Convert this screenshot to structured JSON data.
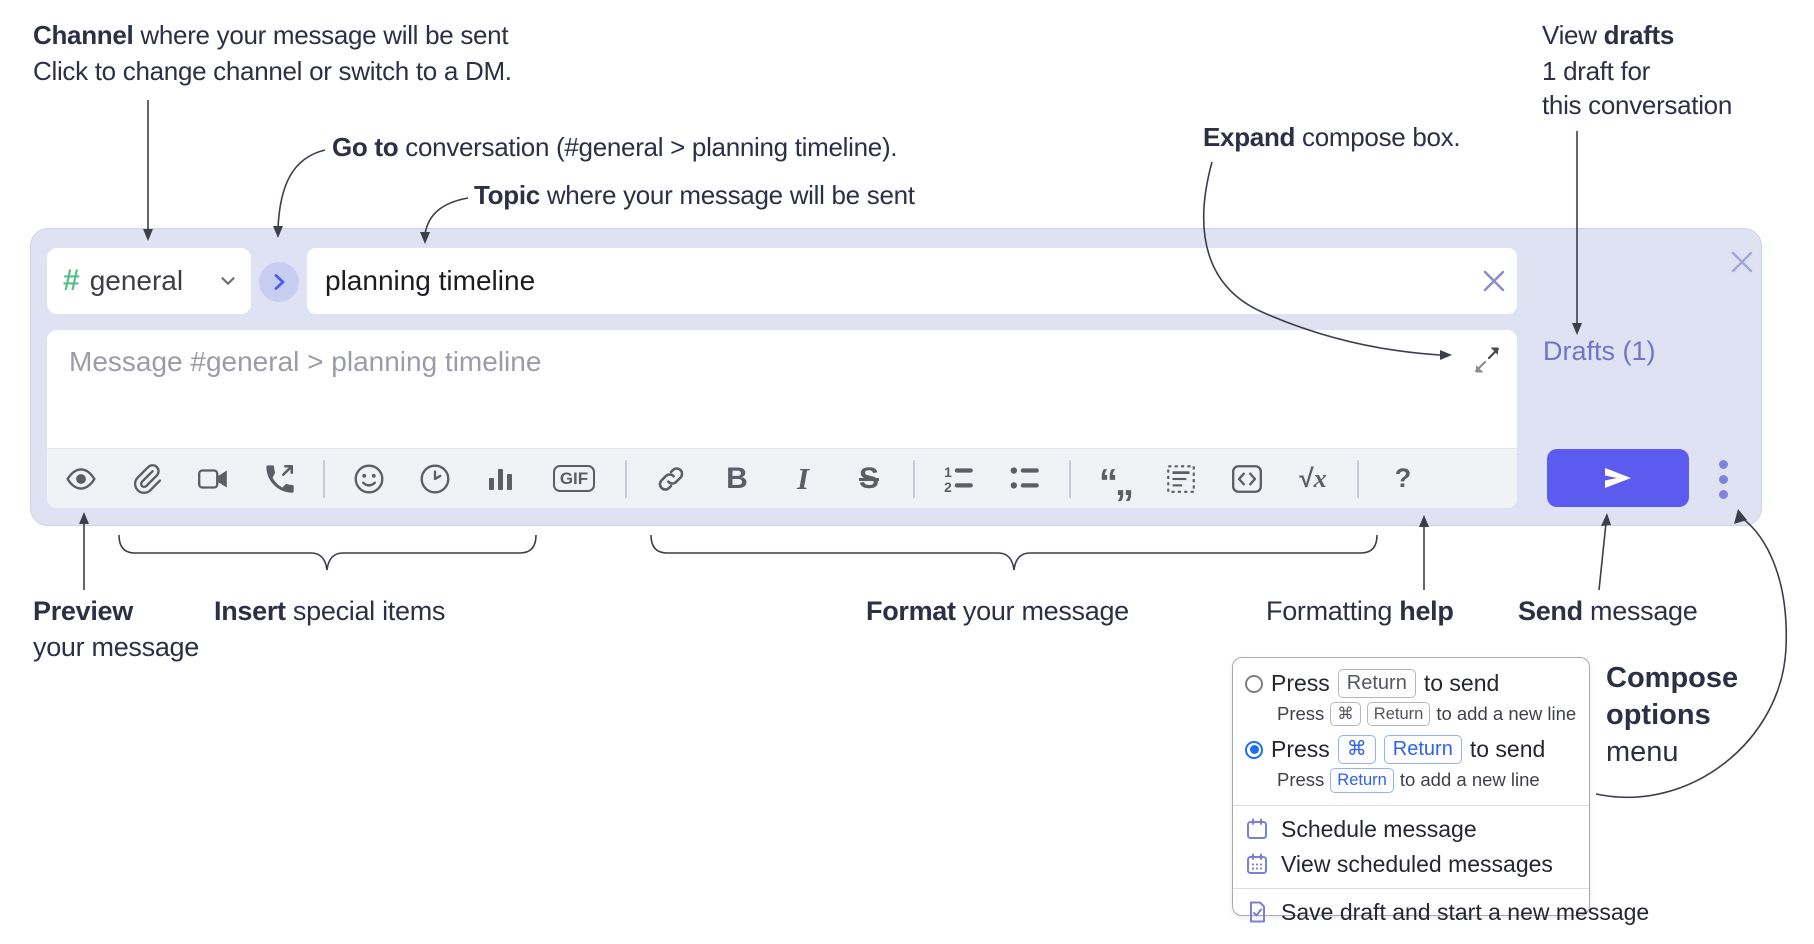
{
  "annotations": {
    "channel": {
      "bold": "Channel",
      "rest": " where your message will be sent",
      "line2": "Click to change channel or switch to a DM."
    },
    "goto": {
      "bold": "Go to",
      "rest": " conversation (#general > planning timeline)."
    },
    "topic": {
      "bold": "Topic",
      "rest": " where your message will be sent"
    },
    "expand": {
      "bold": "Expand",
      "rest": " compose box."
    },
    "view_drafts": {
      "pre": "View ",
      "bold": "drafts",
      "line2": "1 draft for",
      "line3": "this conversation"
    },
    "preview": {
      "bold": "Preview",
      "line2": "your message"
    },
    "insert": {
      "bold": "Insert",
      "rest": " special items"
    },
    "format": {
      "bold": "Format",
      "rest": " your message"
    },
    "help": {
      "pre": "Formatting ",
      "bold": "help"
    },
    "send": {
      "bold": "Send",
      "rest": " message"
    },
    "compose_options": {
      "line1": "Compose",
      "line2": "options",
      "line3": "menu"
    }
  },
  "compose": {
    "channel": {
      "hash": "#",
      "name": "general"
    },
    "topic_value": "planning timeline",
    "message_placeholder": "Message #general > planning timeline",
    "drafts_link": "Drafts (1)",
    "colors": {
      "accent": "#5b5bf0",
      "panel": "#dfe2f2",
      "drafts_link": "#7175c4",
      "hash_green": "#57c088"
    }
  },
  "toolbar": {
    "glyphs": {
      "bold": "B",
      "italic": "I",
      "strike": "S",
      "gif": "GIF",
      "root": "√",
      "x": "x",
      "help": "?",
      "ol1": "1",
      "ol2": "2",
      "quotes": "“„"
    },
    "icons": [
      "preview-eye",
      "attach-paperclip",
      "video-call",
      "voice-call",
      "emoji",
      "time",
      "poll",
      "gif",
      "link",
      "bold",
      "italic",
      "strikethrough",
      "numbered-list",
      "bulleted-list",
      "quote",
      "spoiler",
      "code",
      "math",
      "help"
    ]
  },
  "popup": {
    "option1": {
      "pre": "Press",
      "key": "Return",
      "post": "to send",
      "sub_pre": "Press",
      "sub_key1": "⌘",
      "sub_key2": "Return",
      "sub_post": "to add a new line"
    },
    "option2": {
      "pre": "Press",
      "key1": "⌘",
      "key2": "Return",
      "post": "to send",
      "sub_pre": "Press",
      "sub_key": "Return",
      "sub_post": "to add a new line"
    },
    "items": [
      {
        "label": "Schedule message"
      },
      {
        "label": "View scheduled messages"
      },
      {
        "label": "Save draft and start a new message"
      }
    ]
  }
}
